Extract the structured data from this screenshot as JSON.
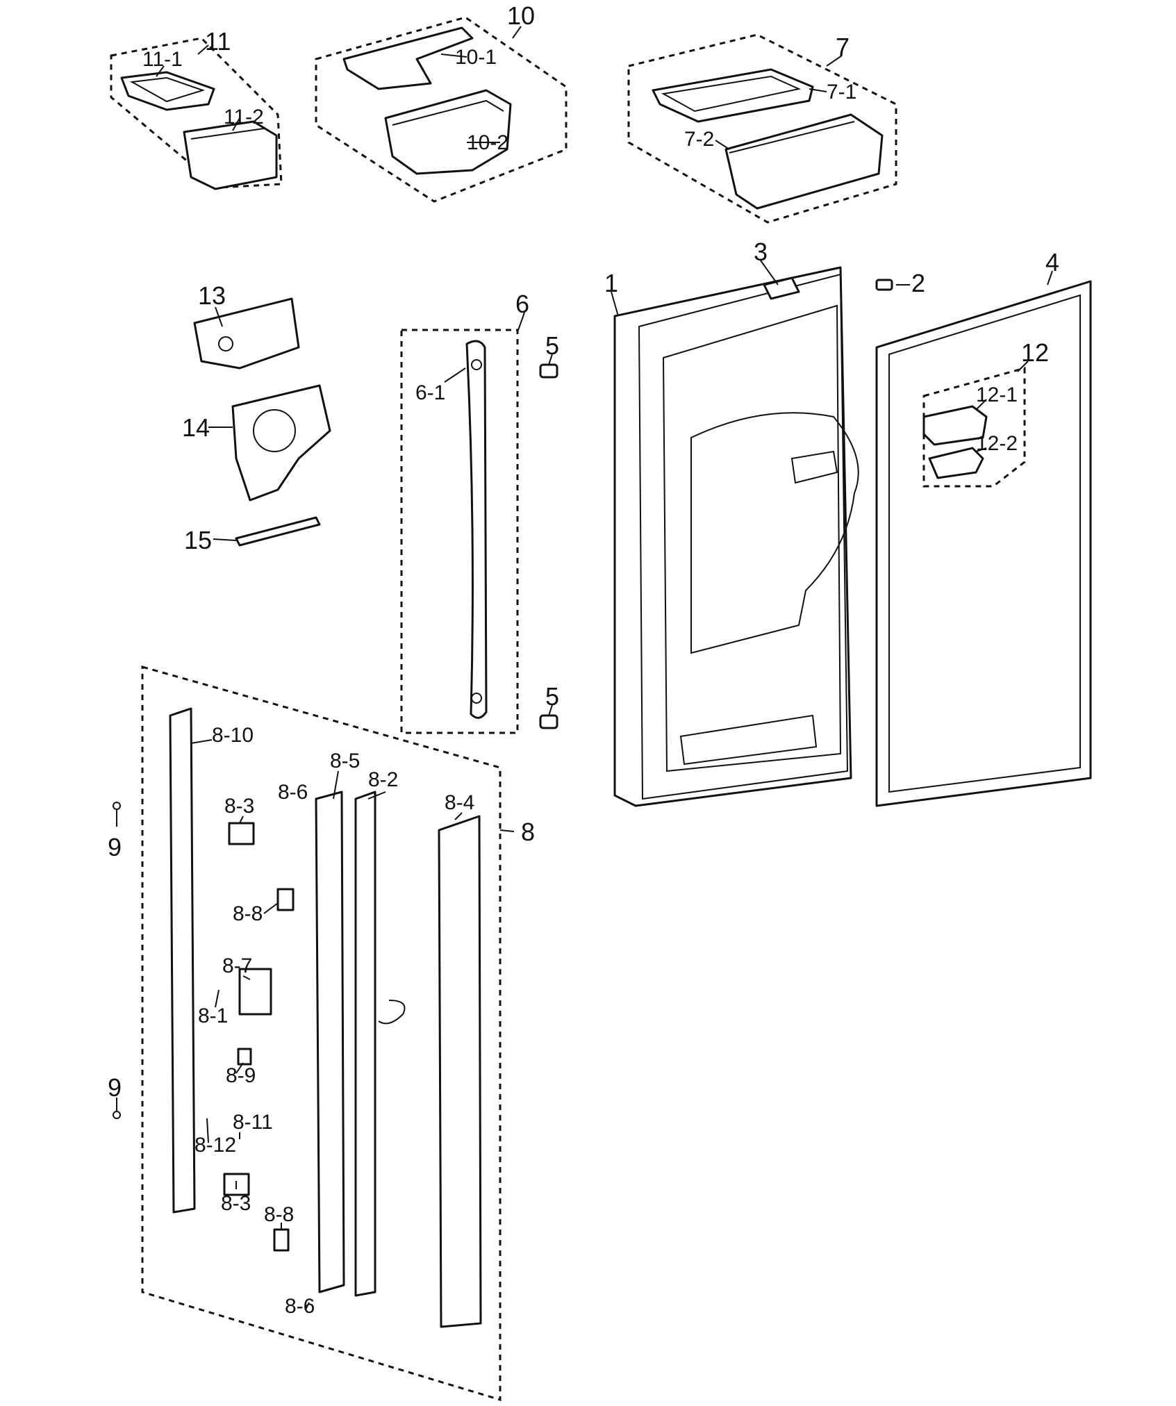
{
  "labels": {
    "l1": "1",
    "l2": "2",
    "l3": "3",
    "l4": "4",
    "l5a": "5",
    "l5b": "5",
    "l6": "6",
    "l6_1": "6-1",
    "l7": "7",
    "l7_1": "7-1",
    "l7_2": "7-2",
    "l8": "8",
    "l8_1": "8-1",
    "l8_2": "8-2",
    "l8_3a": "8-3",
    "l8_3b": "8-3",
    "l8_4": "8-4",
    "l8_5": "8-5",
    "l8_6a": "8-6",
    "l8_6b": "8-6",
    "l8_7": "8-7",
    "l8_8a": "8-8",
    "l8_8b": "8-8",
    "l8_9": "8-9",
    "l8_10": "8-10",
    "l8_11": "8-11",
    "l8_12": "8-12",
    "l9a": "9",
    "l9b": "9",
    "l10": "10",
    "l10_1": "10-1",
    "l10_2": "10-2",
    "l11": "11",
    "l11_1": "11-1",
    "l11_2": "11-2",
    "l12": "12",
    "l12_1": "12-1",
    "l12_2": "12-2",
    "l13": "13",
    "l14": "14",
    "l15": "15"
  }
}
